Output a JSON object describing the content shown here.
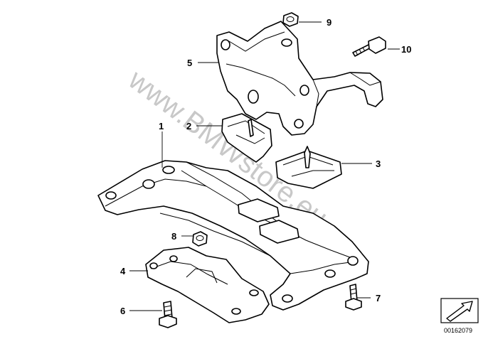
{
  "watermark": "www.BMWstore.eu",
  "reference_number": "00162079",
  "icons": {
    "nav_arrow": "arrow-icon"
  },
  "callouts": [
    {
      "id": "1",
      "label": "1"
    },
    {
      "id": "2",
      "label": "2"
    },
    {
      "id": "3",
      "label": "3"
    },
    {
      "id": "4",
      "label": "4"
    },
    {
      "id": "5",
      "label": "5"
    },
    {
      "id": "6",
      "label": "6"
    },
    {
      "id": "7",
      "label": "7"
    },
    {
      "id": "8",
      "label": "8"
    },
    {
      "id": "9",
      "label": "9"
    },
    {
      "id": "10",
      "label": "10"
    }
  ]
}
